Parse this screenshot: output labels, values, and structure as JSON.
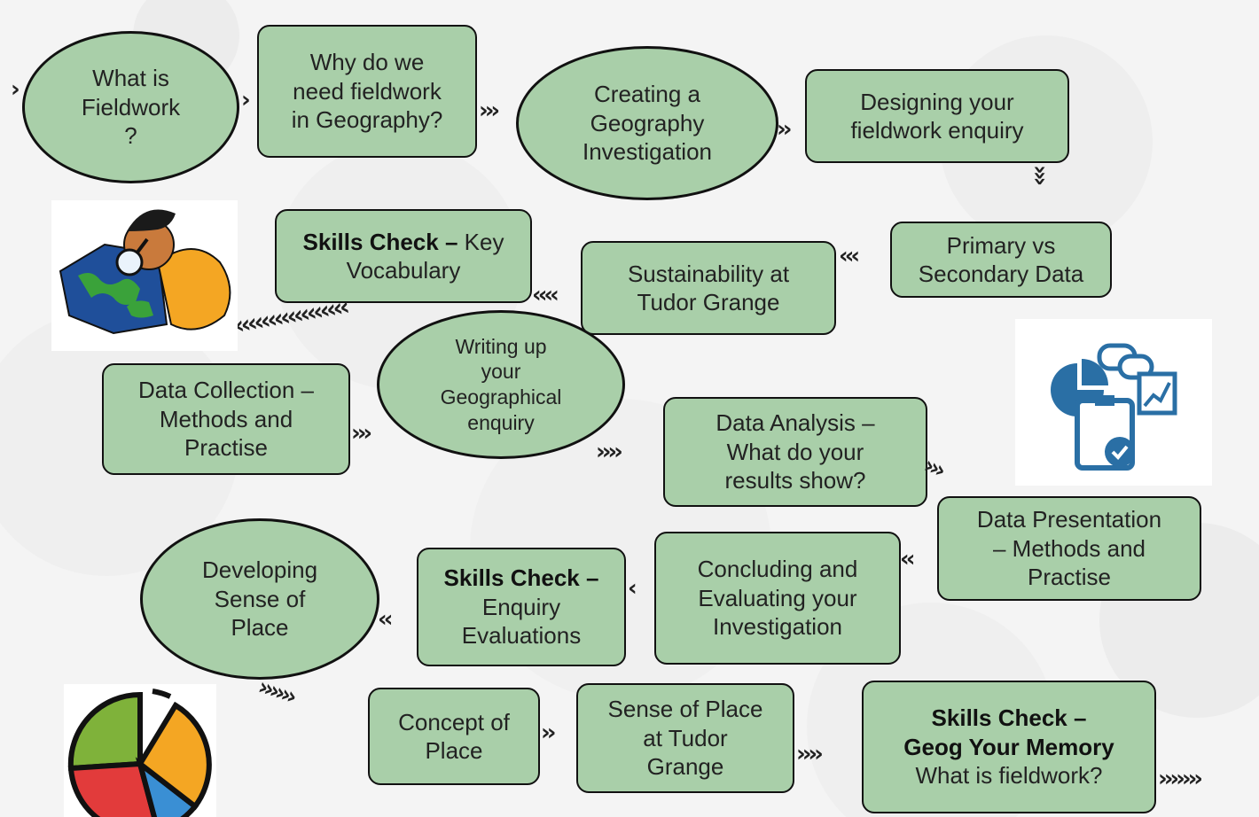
{
  "nodes": {
    "what_is_fieldwork": {
      "l1": "What is",
      "l2": "Fieldwork",
      "l3": "?"
    },
    "why_fieldwork": {
      "l1": "Why do we",
      "l2": "need fieldwork",
      "l3": "in Geography?"
    },
    "creating_investigation": {
      "l1": "Creating a",
      "l2": "Geography",
      "l3": "Investigation"
    },
    "designing_enquiry": {
      "l1": "Designing your",
      "l2": "fieldwork enquiry"
    },
    "primary_secondary": {
      "l1": "Primary vs",
      "l2": "Secondary Data"
    },
    "sustainability": {
      "l1": "Sustainability at",
      "l2": "Tudor Grange"
    },
    "skills_vocab": {
      "strong": "Skills Check –",
      "l1": " Key",
      "l2": "Vocabulary"
    },
    "data_collection": {
      "l1": "Data Collection –",
      "l2": "Methods and",
      "l3": "Practise"
    },
    "writing_up": {
      "l1": "Writing up",
      "l2": "your",
      "l3": "Geographical",
      "l4": "enquiry"
    },
    "data_analysis": {
      "l1": "Data Analysis –",
      "l2": "What do your",
      "l3": "results show?"
    },
    "data_presentation": {
      "l1": "Data Presentation",
      "l2": "– Methods and",
      "l3": "Practise"
    },
    "concluding": {
      "l1": "Concluding and",
      "l2": "Evaluating your",
      "l3": "Investigation"
    },
    "skills_enquiry": {
      "strong": "Skills Check –",
      "l1": "Enquiry",
      "l2": "Evaluations"
    },
    "sense_of_place": {
      "l1": "Developing",
      "l2": "Sense of",
      "l3": "Place"
    },
    "concept_place": {
      "l1": "Concept of",
      "l2": "Place"
    },
    "sense_tudor": {
      "l1": "Sense of Place",
      "l2": "at Tudor",
      "l3": "Grange"
    },
    "skills_memory": {
      "strong1": "Skills Check –",
      "strong2": "Geog Your Memory",
      "l1": "What is fieldwork?"
    }
  },
  "colors": {
    "node_fill": "#a9cfa9",
    "node_border": "#111111",
    "arrow": "#222222"
  },
  "icons": [
    "magnifying-glass-map-boy-icon",
    "data-analysis-icon",
    "pie-chart-icon"
  ]
}
